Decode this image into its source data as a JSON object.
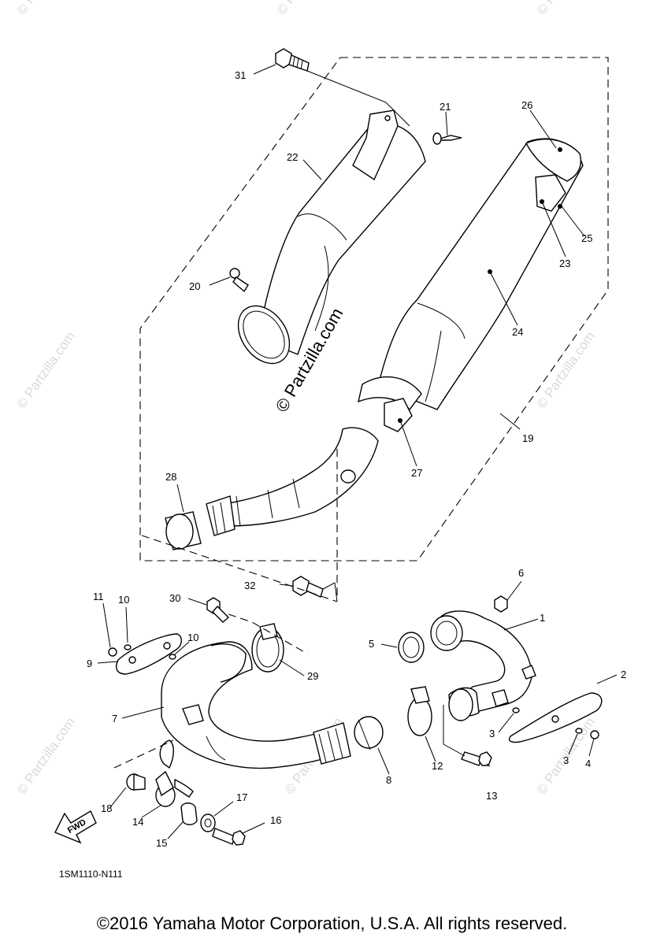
{
  "watermark": {
    "main_text": "© Partzilla.com",
    "faint_text": "© Partzilla.com"
  },
  "diagram": {
    "code": "1SM1110-N111",
    "fwd_label": "FWD",
    "callouts": {
      "c1": "1",
      "c2": "2",
      "c3a": "3",
      "c3b": "3",
      "c4": "4",
      "c5": "5",
      "c6": "6",
      "c7": "7",
      "c8": "8",
      "c9": "9",
      "c10a": "10",
      "c10b": "10",
      "c11": "11",
      "c12": "12",
      "c13": "13",
      "c14": "14",
      "c15": "15",
      "c16": "16",
      "c17": "17",
      "c18": "18",
      "c19": "19",
      "c20": "20",
      "c21": "21",
      "c22": "22",
      "c23": "23",
      "c24": "24",
      "c25": "25",
      "c26": "26",
      "c27": "27",
      "c28": "28",
      "c29": "29",
      "c30": "30",
      "c31": "31",
      "c32": "32"
    }
  },
  "footer": {
    "copyright": "©2016 Yamaha Motor Corporation, U.S.A. All rights reserved."
  }
}
